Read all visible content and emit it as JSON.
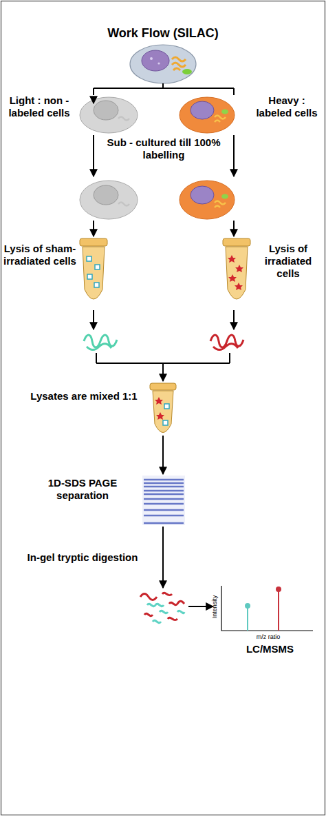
{
  "diagram": {
    "title": "Work Flow (SILAC)",
    "labels": [
      "Light : non - labeled cells",
      "Heavy : labeled cells",
      "Sub - cultured till 100% labelling",
      "Lysis of sham-irradiated cells",
      "Lysis of irradiated cells",
      "Lysates are mixed 1:1",
      "1D-SDS PAGE separation",
      "In-gel tryptic digestion",
      "Intensity",
      "m/z ratio",
      "LC/MSMS"
    ]
  }
}
